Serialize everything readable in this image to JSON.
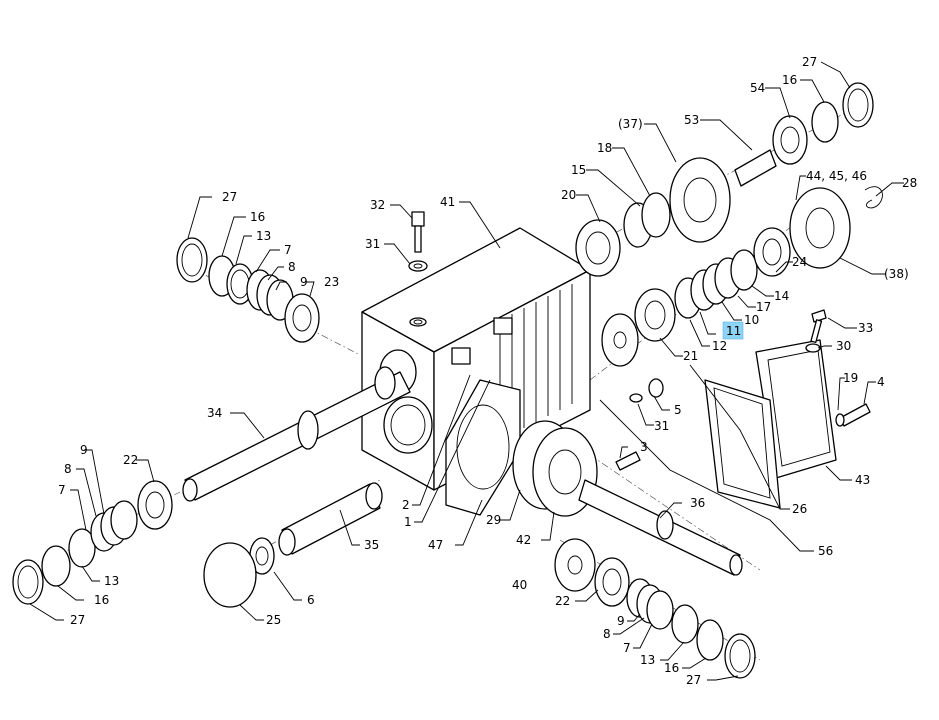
{
  "diagram": {
    "highlight_color": "#8fd3f4",
    "line_color": "#000000",
    "callouts": [
      {
        "id": "c27a",
        "text": "27"
      },
      {
        "id": "c54",
        "text": "54"
      },
      {
        "id": "c16a",
        "text": "16"
      },
      {
        "id": "c53",
        "text": "53"
      },
      {
        "id": "c37",
        "text": "(37)"
      },
      {
        "id": "c18",
        "text": "18"
      },
      {
        "id": "c15",
        "text": "15"
      },
      {
        "id": "c20",
        "text": "20"
      },
      {
        "id": "c44",
        "text": "44, 45, 46"
      },
      {
        "id": "c28",
        "text": "28"
      },
      {
        "id": "c38",
        "text": "(38)"
      },
      {
        "id": "c24",
        "text": "24"
      },
      {
        "id": "c14",
        "text": "14"
      },
      {
        "id": "c17",
        "text": "17"
      },
      {
        "id": "c10",
        "text": "10"
      },
      {
        "id": "c11",
        "text": "11"
      },
      {
        "id": "c12",
        "text": "12"
      },
      {
        "id": "c21",
        "text": "21"
      },
      {
        "id": "c33",
        "text": "33"
      },
      {
        "id": "c30",
        "text": "30"
      },
      {
        "id": "c19",
        "text": "19"
      },
      {
        "id": "c4",
        "text": "4"
      },
      {
        "id": "c43",
        "text": "43"
      },
      {
        "id": "c26",
        "text": "26"
      },
      {
        "id": "c56",
        "text": "56"
      },
      {
        "id": "c5",
        "text": "5"
      },
      {
        "id": "c31b",
        "text": "31"
      },
      {
        "id": "c32",
        "text": "32"
      },
      {
        "id": "c41",
        "text": "41"
      },
      {
        "id": "c31a",
        "text": "31"
      },
      {
        "id": "c27b",
        "text": "27"
      },
      {
        "id": "c16b",
        "text": "16"
      },
      {
        "id": "c13a",
        "text": "13"
      },
      {
        "id": "c7a",
        "text": "7"
      },
      {
        "id": "c8a",
        "text": "8"
      },
      {
        "id": "c9a",
        "text": "9"
      },
      {
        "id": "c23",
        "text": "23"
      },
      {
        "id": "c34",
        "text": "34"
      },
      {
        "id": "c9b",
        "text": "9"
      },
      {
        "id": "c22a",
        "text": "22"
      },
      {
        "id": "c8b",
        "text": "8"
      },
      {
        "id": "c7b",
        "text": "7"
      },
      {
        "id": "c13b",
        "text": "13"
      },
      {
        "id": "c16c",
        "text": "16"
      },
      {
        "id": "c27c",
        "text": "27"
      },
      {
        "id": "c2",
        "text": "2"
      },
      {
        "id": "c1",
        "text": "1"
      },
      {
        "id": "c47",
        "text": "47"
      },
      {
        "id": "c35",
        "text": "35"
      },
      {
        "id": "c6",
        "text": "6"
      },
      {
        "id": "c25",
        "text": "25"
      },
      {
        "id": "c3",
        "text": "3"
      },
      {
        "id": "c29",
        "text": "29"
      },
      {
        "id": "c42",
        "text": "42"
      },
      {
        "id": "c36",
        "text": "36"
      },
      {
        "id": "c40",
        "text": "40"
      },
      {
        "id": "c22b",
        "text": "22"
      },
      {
        "id": "c9c",
        "text": "9"
      },
      {
        "id": "c8c",
        "text": "8"
      },
      {
        "id": "c7c",
        "text": "7"
      },
      {
        "id": "c13c",
        "text": "13"
      },
      {
        "id": "c16d",
        "text": "16"
      },
      {
        "id": "c27d",
        "text": "27"
      }
    ],
    "highlighted_callout": "11"
  }
}
